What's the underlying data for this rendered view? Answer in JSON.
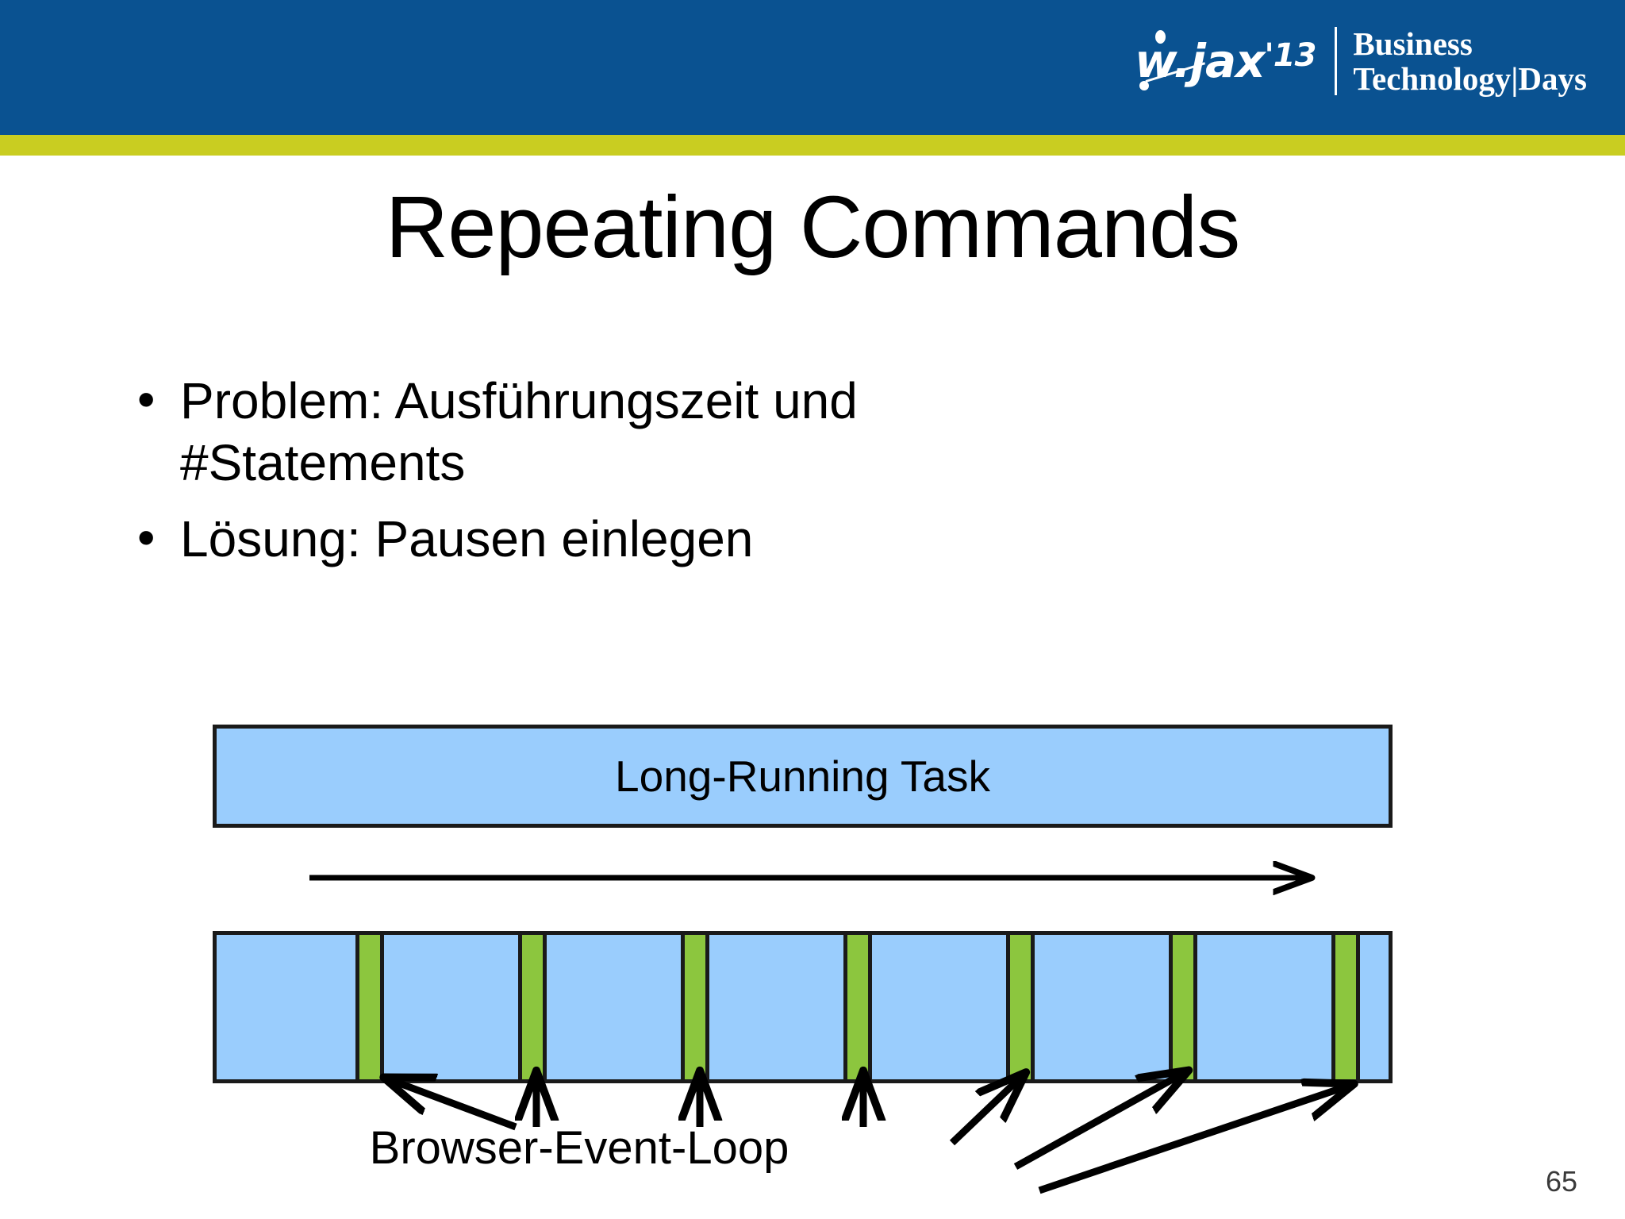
{
  "header": {
    "band_color": "#0a5291",
    "accent_color": "#c9cd21",
    "logo": {
      "mark_main": "w.jax",
      "mark_year": "'13",
      "line1": "Business",
      "line2": "Technology|Days"
    }
  },
  "slide": {
    "title": "Repeating Commands",
    "page_number": "65"
  },
  "bullets": [
    {
      "marker": "•",
      "text": "Problem: Ausführungszeit und #Statements"
    },
    {
      "marker": "•",
      "text": "Lösung: Pausen einlegen"
    }
  ],
  "diagram": {
    "task_box_label": "Long-Running Task",
    "loop_label": "Browser-Event-Loop",
    "task_fill_color": "#9acdfd",
    "pause_fill_color": "#8cc63e",
    "outline_color": "#1a1a1a",
    "pause_positions": [
      180,
      385,
      590,
      795,
      1000,
      1205,
      1410
    ]
  }
}
